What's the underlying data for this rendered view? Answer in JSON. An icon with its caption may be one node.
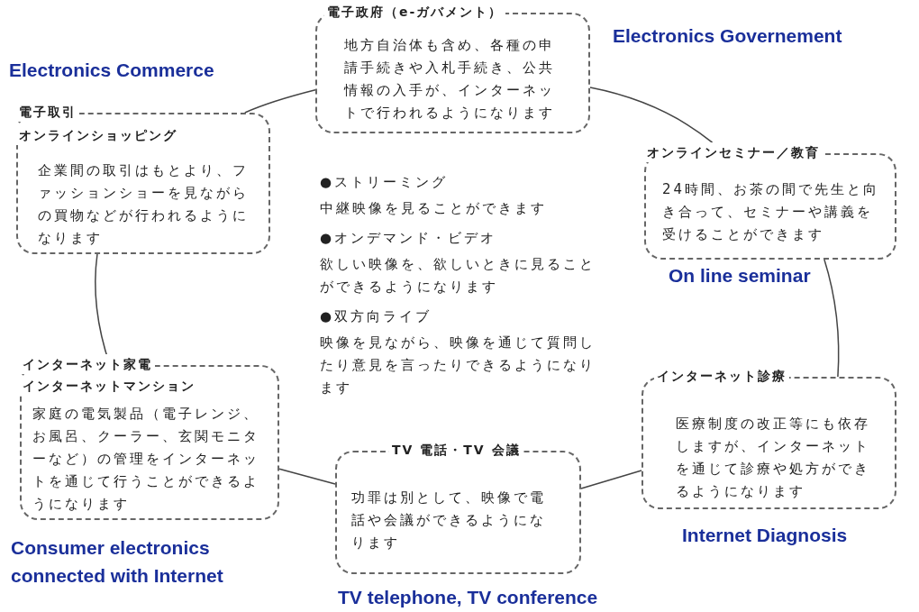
{
  "diagram": {
    "nodes": [
      {
        "text": [
          "電子政府（e-ガバメント）",
          "地方自治体も含め、各種の申請手続きや入札手続き、公共情報の入手が、インターネットで行われるようになります"
        ],
        "beside": [
          "Electronics Governement"
        ]
      },
      {
        "text": [
          "電子取引",
          "オンラインショッピング",
          "企業間の取引はもとより、ファッションショーを見ながらの買物などが行われるようになります"
        ],
        "beside": [
          "Electronics Commerce"
        ]
      },
      {
        "text": [
          "オンラインセミナー／教育",
          "24時間、お茶の間で先生と向き合って、セミナーや講義を受けることができます"
        ],
        "beside": [
          "On line seminar"
        ]
      },
      {
        "text": [
          "インターネット診療",
          "医療制度の改正等にも依存しますが、インターネットを通じて診療や処方ができるようになります"
        ],
        "beside": [
          "Internet Diagnosis"
        ]
      },
      {
        "text": [
          "インターネット家電",
          "インターネットマンション",
          "家庭の電気製品（電子レンジ、お風呂、クーラー、玄関モニターなど）の管理をインターネットを通じて行うことができるようになります"
        ],
        "beside": [
          "Consumer electronics connected with Internet"
        ]
      },
      {
        "text": [
          "TV 電話・TV 会議",
          "功罪は別として、映像で電話や会議ができるようになります"
        ],
        "beside": [
          "TV telephone, TV conference"
        ]
      }
    ],
    "edges": [
      {
        "from": 0,
        "to": 2,
        "arrow": "none"
      },
      {
        "from": 2,
        "to": 3,
        "arrow": "none"
      },
      {
        "from": 3,
        "to": 5,
        "arrow": "none"
      },
      {
        "from": 5,
        "to": 4,
        "arrow": "none"
      },
      {
        "from": 4,
        "to": 1,
        "arrow": "none"
      },
      {
        "from": 1,
        "to": 0,
        "arrow": "none"
      }
    ],
    "labels": [
      "●ストリーミング",
      "中継映像を見ることができます",
      "●オンデマンド・ビデオ",
      "欲しい映像を、欲しいときに見ることができるようになります",
      "●双方向ライブ",
      "映像を見ながら、映像を通じて質問したり意見を言ったりできるようになります"
    ]
  }
}
